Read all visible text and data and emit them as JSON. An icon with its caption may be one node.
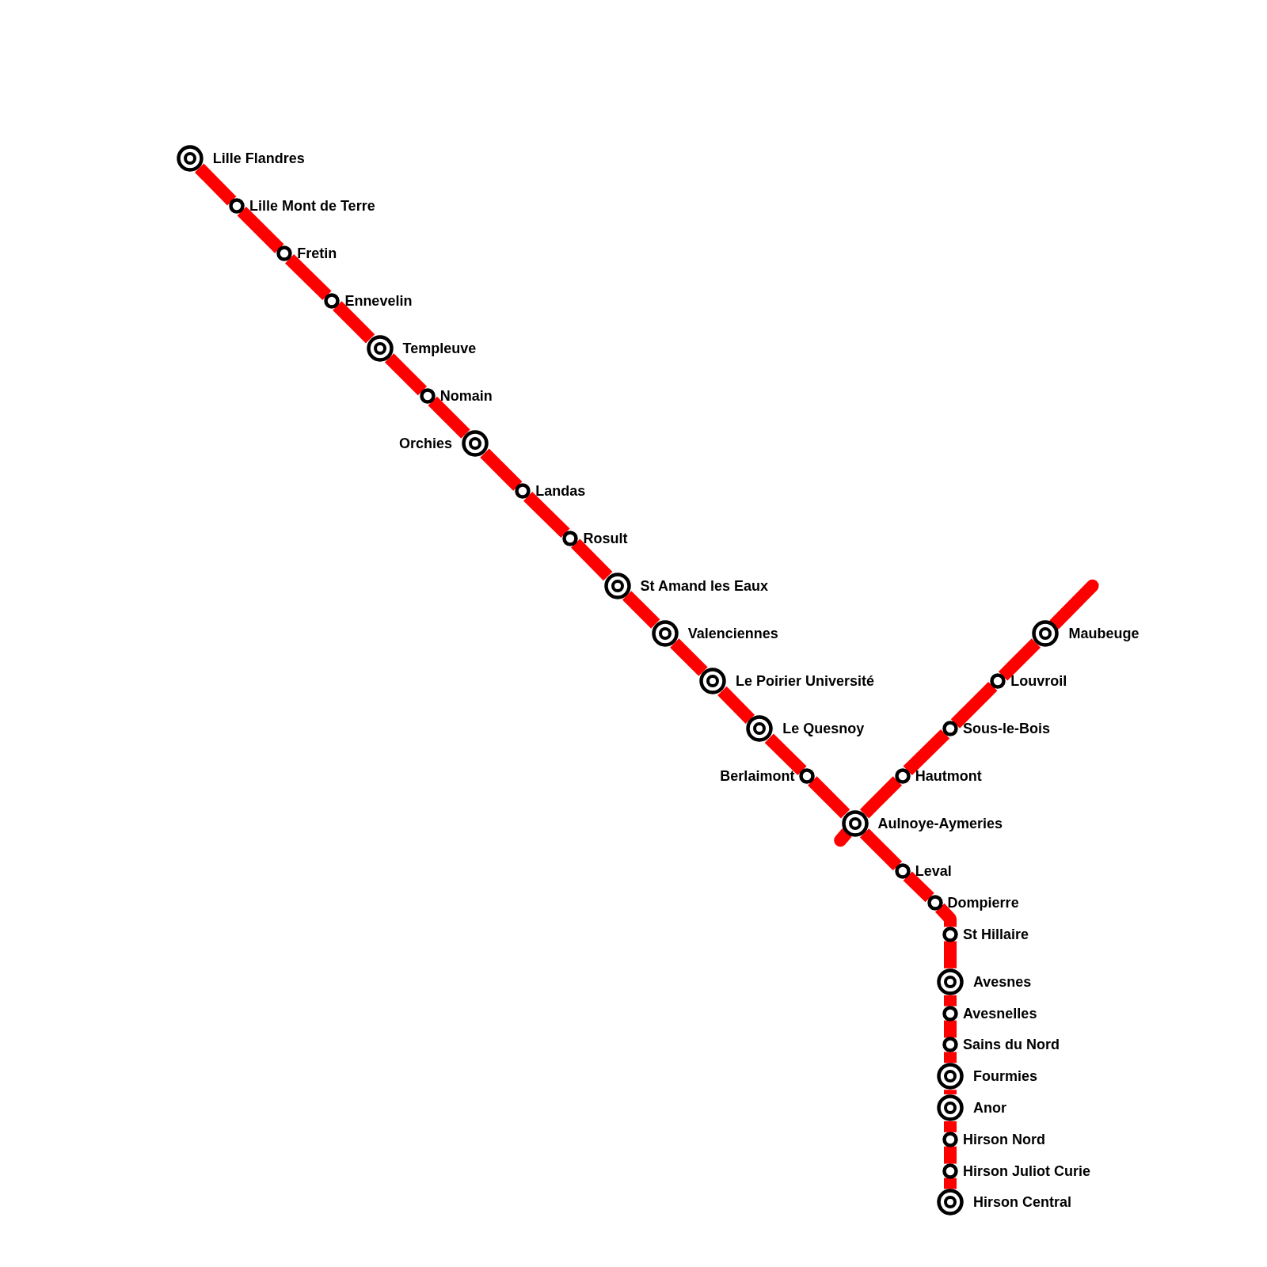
{
  "diagram": {
    "nodes": [
      {
        "text": [
          "Lille Flandres"
        ]
      },
      {
        "text": [
          "Lille Mont de Terre"
        ]
      },
      {
        "text": [
          "Fretin"
        ]
      },
      {
        "text": [
          "Ennevelin"
        ]
      },
      {
        "text": [
          "Templeuve"
        ]
      },
      {
        "text": [
          "Nomain"
        ]
      },
      {
        "text": [
          "Orchies"
        ]
      },
      {
        "text": [
          "Landas"
        ]
      },
      {
        "text": [
          "Rosult"
        ]
      },
      {
        "text": [
          "St Amand les Eaux"
        ]
      },
      {
        "text": [
          "Valenciennes"
        ]
      },
      {
        "text": [
          "Le Poirier Université"
        ]
      },
      {
        "text": [
          "Le Quesnoy"
        ]
      },
      {
        "text": [
          "Berlaimont"
        ]
      },
      {
        "text": [
          "Aulnoye-Aymeries"
        ]
      },
      {
        "text": [
          "Hautmont"
        ]
      },
      {
        "text": [
          "Sous-le-Bois"
        ]
      },
      {
        "text": [
          "Louvroil"
        ]
      },
      {
        "text": [
          "Maubeuge"
        ]
      },
      {
        "text": [
          "Leval"
        ]
      },
      {
        "text": [
          "Dompierre"
        ]
      },
      {
        "text": [
          "St Hillaire"
        ]
      },
      {
        "text": [
          "Avesnes"
        ]
      },
      {
        "text": [
          "Avesnelles"
        ]
      },
      {
        "text": [
          "Sains du Nord"
        ]
      },
      {
        "text": [
          "Fourmies"
        ]
      },
      {
        "text": [
          "Anor"
        ]
      },
      {
        "text": [
          "Hirson Nord"
        ]
      },
      {
        "text": [
          "Hirson Juliot Curie"
        ]
      },
      {
        "text": [
          "Hirson Central"
        ]
      }
    ],
    "edges": [
      {
        "from": 0,
        "to": 1,
        "arrow": "none"
      },
      {
        "from": 1,
        "to": 2,
        "arrow": "none"
      },
      {
        "from": 2,
        "to": 3,
        "arrow": "none"
      },
      {
        "from": 3,
        "to": 4,
        "arrow": "none"
      },
      {
        "from": 4,
        "to": 5,
        "arrow": "none"
      },
      {
        "from": 5,
        "to": 6,
        "arrow": "none"
      },
      {
        "from": 6,
        "to": 7,
        "arrow": "none"
      },
      {
        "from": 7,
        "to": 8,
        "arrow": "none"
      },
      {
        "from": 8,
        "to": 9,
        "arrow": "none"
      },
      {
        "from": 9,
        "to": 10,
        "arrow": "none"
      },
      {
        "from": 10,
        "to": 11,
        "arrow": "none"
      },
      {
        "from": 11,
        "to": 12,
        "arrow": "none"
      },
      {
        "from": 12,
        "to": 13,
        "arrow": "none"
      },
      {
        "from": 13,
        "to": 14,
        "arrow": "none"
      },
      {
        "from": 14,
        "to": 15,
        "arrow": "none"
      },
      {
        "from": 15,
        "to": 16,
        "arrow": "none"
      },
      {
        "from": 16,
        "to": 17,
        "arrow": "none"
      },
      {
        "from": 17,
        "to": 18,
        "arrow": "none"
      },
      {
        "from": 18,
        "to": null,
        "arrow": "none"
      },
      {
        "from": 14,
        "to": 19,
        "arrow": "none"
      },
      {
        "from": 19,
        "to": 20,
        "arrow": "none"
      },
      {
        "from": 20,
        "to": 21,
        "arrow": "none"
      },
      {
        "from": 21,
        "to": 22,
        "arrow": "none"
      },
      {
        "from": 22,
        "to": 23,
        "arrow": "none"
      },
      {
        "from": 23,
        "to": 24,
        "arrow": "none"
      },
      {
        "from": 24,
        "to": 25,
        "arrow": "none"
      },
      {
        "from": 25,
        "to": 26,
        "arrow": "none"
      },
      {
        "from": 26,
        "to": 27,
        "arrow": "none"
      },
      {
        "from": 27,
        "to": 28,
        "arrow": "none"
      },
      {
        "from": 28,
        "to": 29,
        "arrow": "none"
      },
      {
        "from": 14,
        "to": null,
        "arrow": "none"
      }
    ]
  }
}
